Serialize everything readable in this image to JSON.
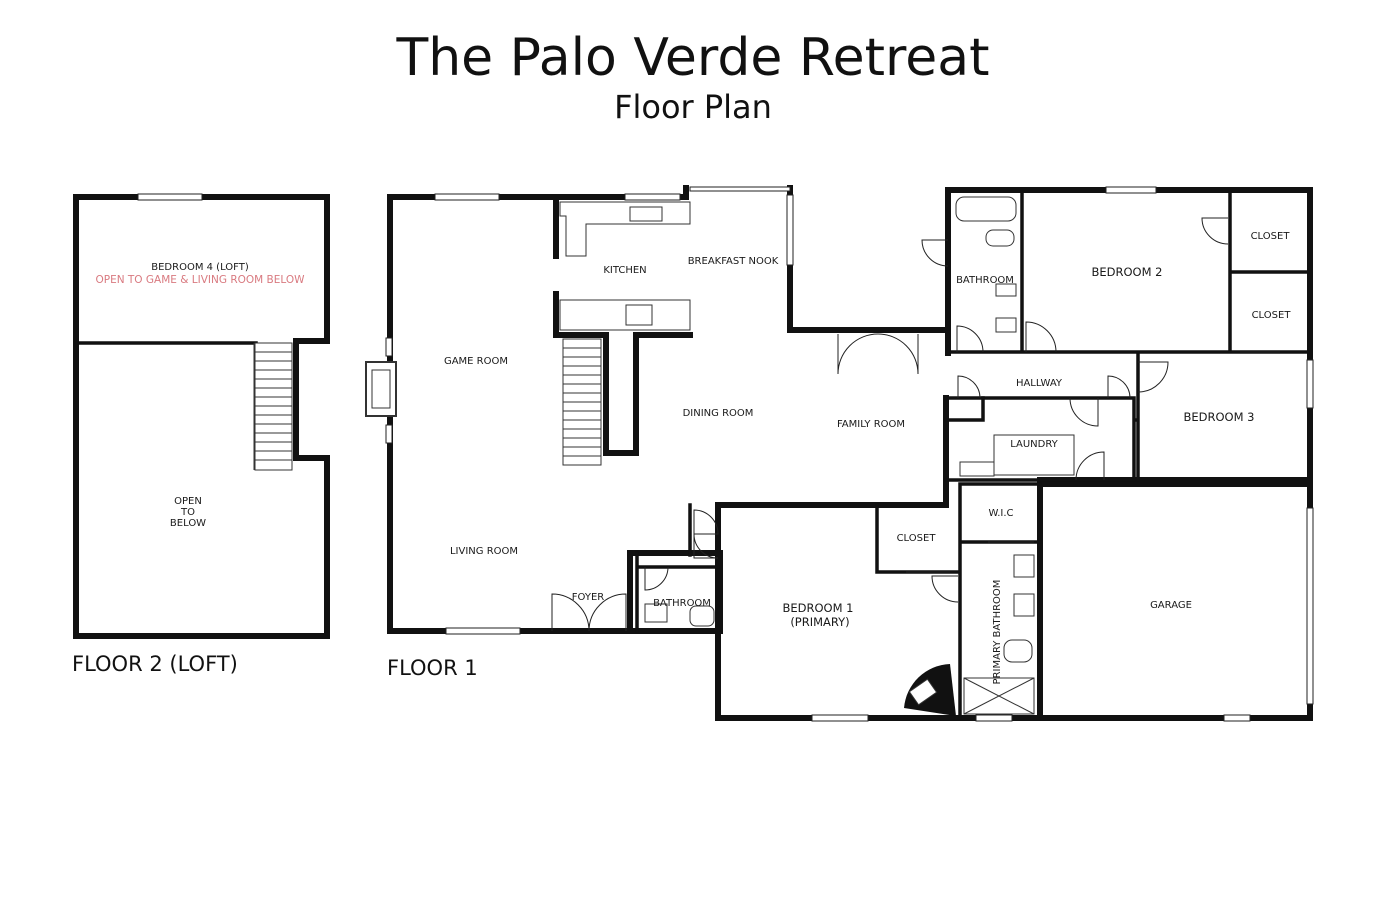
{
  "header": {
    "title": "The Palo Verde Retreat",
    "subtitle": "Floor Plan"
  },
  "floors": {
    "floor2_label": "FLOOR 2 (LOFT)",
    "floor1_label": "FLOOR 1"
  },
  "rooms": {
    "bedroom4": "BEDROOM 4 (LOFT)",
    "bedroom4_note": "OPEN TO GAME & LIVING ROOM BELOW",
    "open_line1": "OPEN",
    "open_line2": "TO",
    "open_line3": "BELOW",
    "game_room": "GAME ROOM",
    "kitchen": "KITCHEN",
    "breakfast_nook": "BREAKFAST NOOK",
    "dining_room": "DINING ROOM",
    "family_room": "FAMILY ROOM",
    "living_room": "LIVING ROOM",
    "foyer": "FOYER",
    "bathroom_lower": "BATHROOM",
    "bathroom_upper": "BATHROOM",
    "bedroom2": "BEDROOM 2",
    "closet_a": "CLOSET",
    "closet_b": "CLOSET",
    "hallway": "HALLWAY",
    "laundry": "LAUNDRY",
    "bedroom3": "BEDROOM 3",
    "wic": "W.I.C",
    "closet_c": "CLOSET",
    "bedroom1_line1": "BEDROOM 1",
    "bedroom1_line2": "(PRIMARY)",
    "primary_bathroom": "PRIMARY BATHROOM",
    "garage": "GARAGE"
  },
  "colors": {
    "wall": "#111111",
    "note": "#d97a80"
  }
}
